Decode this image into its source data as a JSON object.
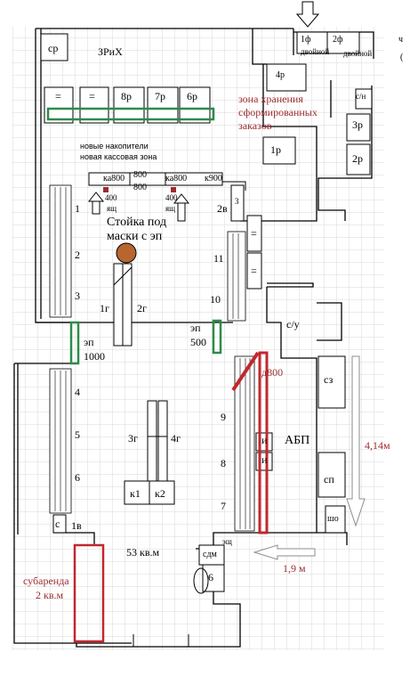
{
  "colors": {
    "line": "#000000",
    "grid": "#d8d8d8",
    "red": "#c0282e",
    "green": "#2e8b4a",
    "label_red": "#9e2b2f",
    "arrow_gray": "#8c8c8c"
  },
  "labels": {
    "sr": "ср",
    "storage": "ЗРиХ",
    "double1": "двойной",
    "double2": "двойной",
    "f1": "1ф",
    "f2": "2ф",
    "r4": "4р",
    "cn": "с/н",
    "r3": "3р",
    "r2": "2р",
    "r1": "1р",
    "eq1": "=",
    "eq2": "=",
    "r8": "8р",
    "r7": "7р",
    "r6": "6р",
    "orders_zone": "зона хранения сформированных заказов",
    "new_storage": "новые накопители",
    "new_cash": "новая кассовая зона",
    "ka800a": "ка800",
    "ka800b": "ка800",
    "d800a": "800",
    "d800b": "800",
    "k900": "к900",
    "d400a": "400",
    "d400b": "400",
    "box1": "ящ",
    "box2": "ящ",
    "mask_stand": "Стойка под маски с эп",
    "num1": "1",
    "num2": "2",
    "num3": "3",
    "num4": "4",
    "num5": "5",
    "num6": "6",
    "num7": "7",
    "num8": "8",
    "num9": "9",
    "num10": "10",
    "num11": "11",
    "v2": "2в",
    "v3": "3",
    "g1": "1г",
    "g2": "2г",
    "g3": "3г",
    "g4": "4г",
    "k1": "к1",
    "k2": "к2",
    "ep1000_a": "эп",
    "ep1000_b": "1000",
    "ep500_a": "эп",
    "ep500_b": "500",
    "su": "с/у",
    "d800_door": "д800",
    "sz": "сз",
    "abp": "АБП",
    "i1": "и",
    "i2": "и",
    "sp": "сп",
    "sho": "шо",
    "size_414": "4,14м",
    "size_19": "1,9 м",
    "area": "53 кв.м",
    "v1": "1в",
    "c": "с",
    "sdm": "сдм",
    "esh": "эщ",
    "six": "6",
    "subrent_a": "субаренда",
    "subrent_b": "2 кв.м",
    "edge_ch": "ч",
    "edge_paren": "("
  }
}
